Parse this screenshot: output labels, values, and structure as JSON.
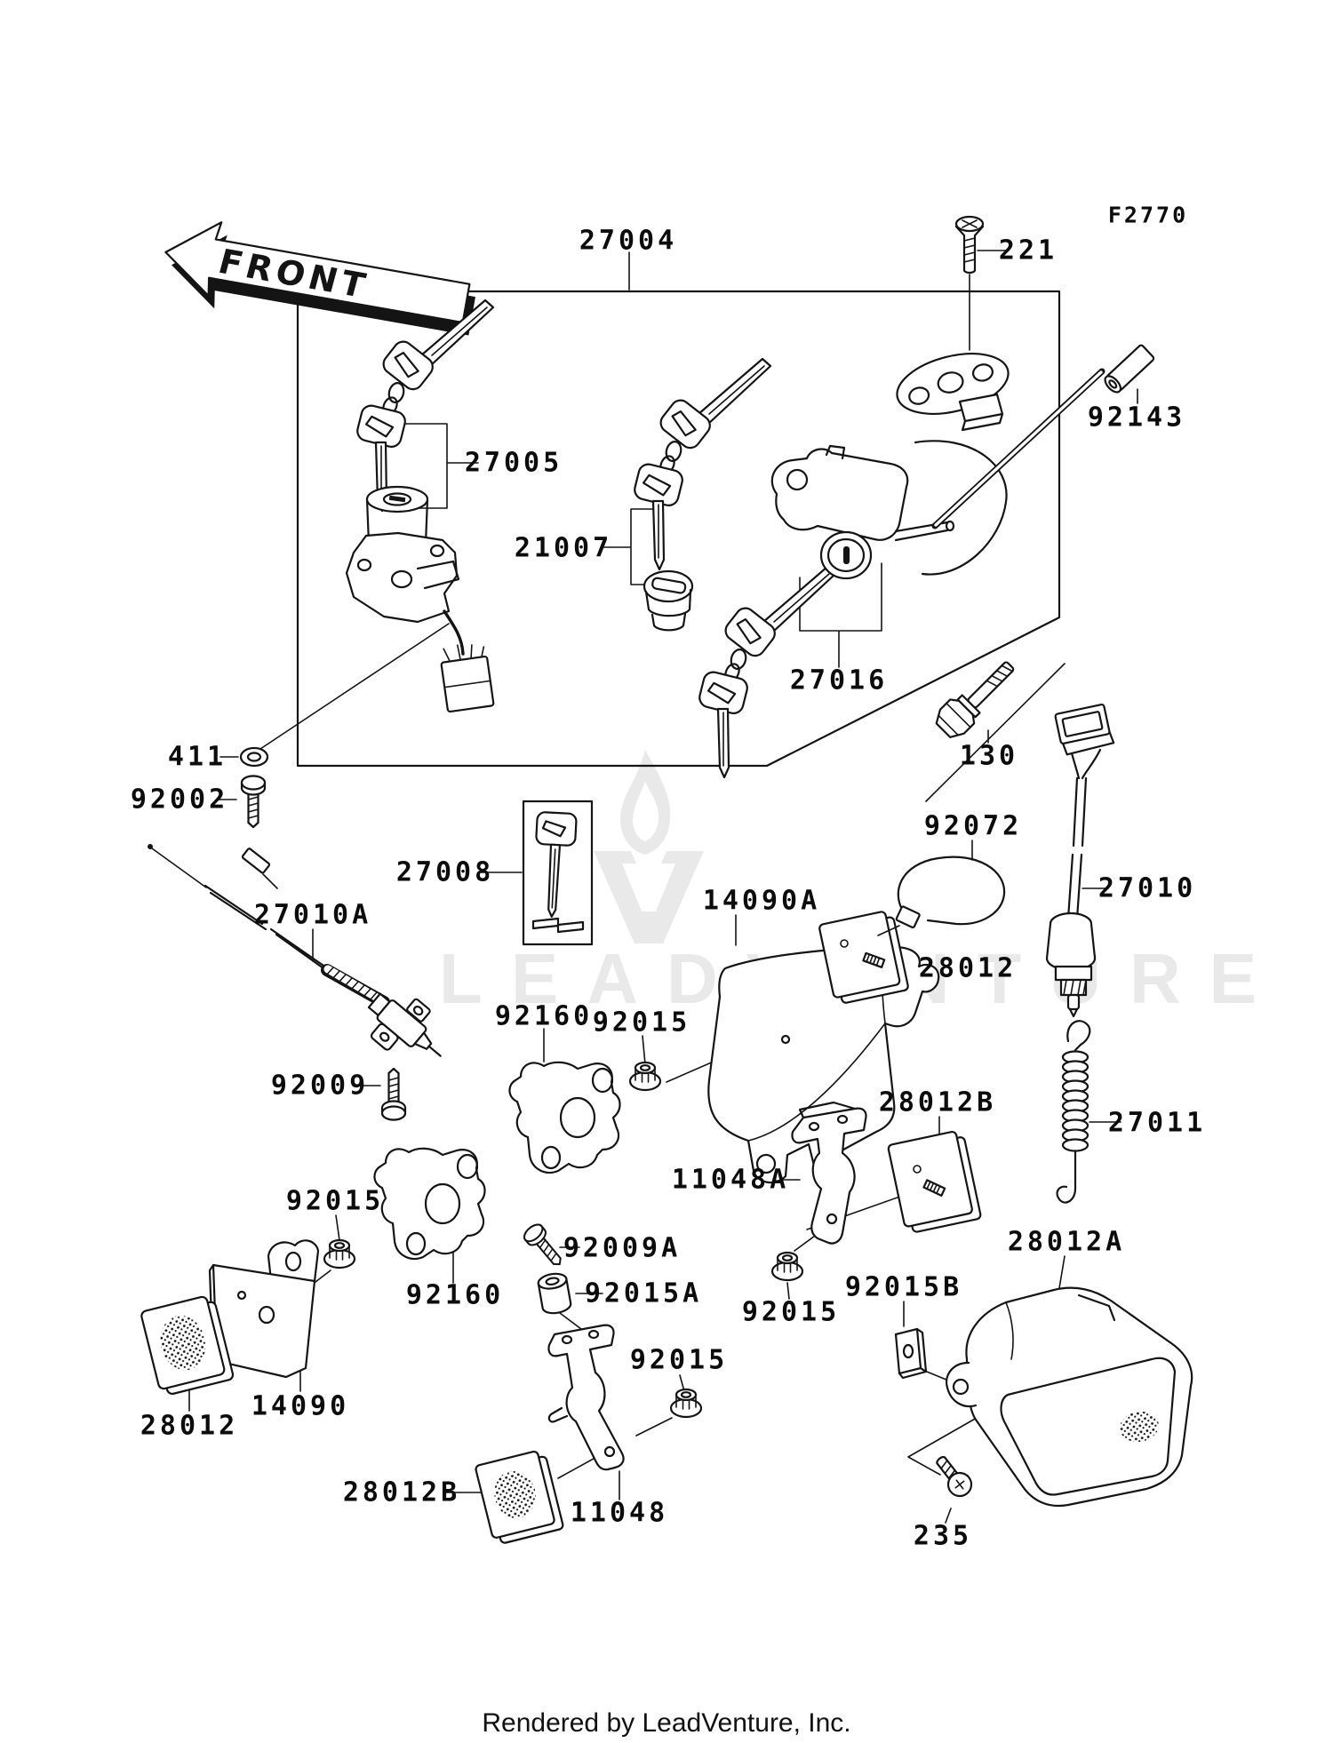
{
  "page": {
    "code": "F2770",
    "front_label": "FRONT",
    "footer": "Rendered by LeadVenture, Inc.",
    "watermark_text": "LEADVENTURE"
  },
  "diagram": {
    "title_implied": "Ignition Switch / Locks parts diagram",
    "line_color": "#141414",
    "watermark_color": "#e9e9e9",
    "background": "#ffffff"
  },
  "labels": {
    "l27004": "27004",
    "l221": "221",
    "l92143": "92143",
    "l27005": "27005",
    "l21007": "21007",
    "l27016": "27016",
    "l130": "130",
    "l411": "411",
    "l92002": "92002",
    "l27008": "27008",
    "l27010a": "27010A",
    "l92072": "92072",
    "l14090a": "14090A",
    "l28012_top": "28012",
    "l27010": "27010",
    "l92160_top": "92160",
    "l92015_top": "92015",
    "l92009": "92009",
    "l28012b_top": "28012B",
    "l11048a": "11048A",
    "l27011": "27011",
    "l92015_left": "92015",
    "l92009a": "92009A",
    "l92015a": "92015A",
    "l28012a": "28012A",
    "l92160_bottom": "92160",
    "l92015_mid": "92015",
    "l92015b": "92015B",
    "l92015_right": "92015",
    "l14090": "14090",
    "l28012_bottom": "28012",
    "l28012b_bottom": "28012B",
    "l11048": "11048",
    "l235": "235"
  }
}
